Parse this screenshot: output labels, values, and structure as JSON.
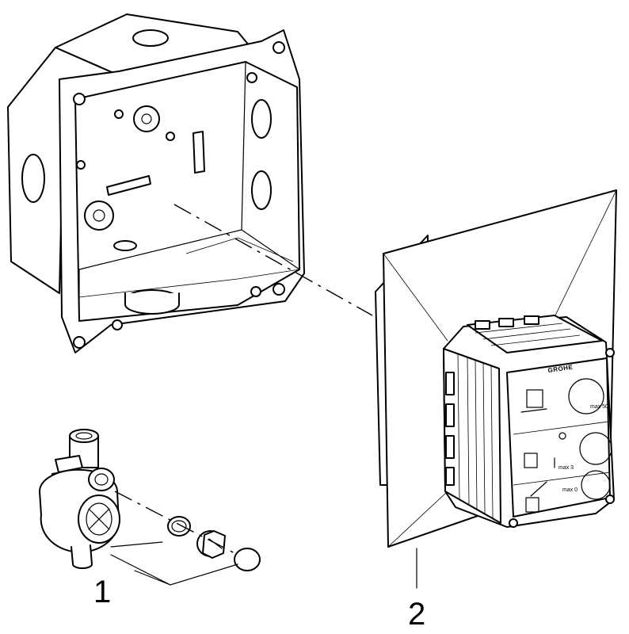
{
  "callouts": {
    "part_1": "1",
    "part_2": "2"
  },
  "label_plate": {
    "brand": "GROHE",
    "note_max50": "max 50",
    "note_max3": "max 3",
    "note_max0": "max 0"
  },
  "colors": {
    "line": "#000000",
    "background": "#ffffff"
  }
}
